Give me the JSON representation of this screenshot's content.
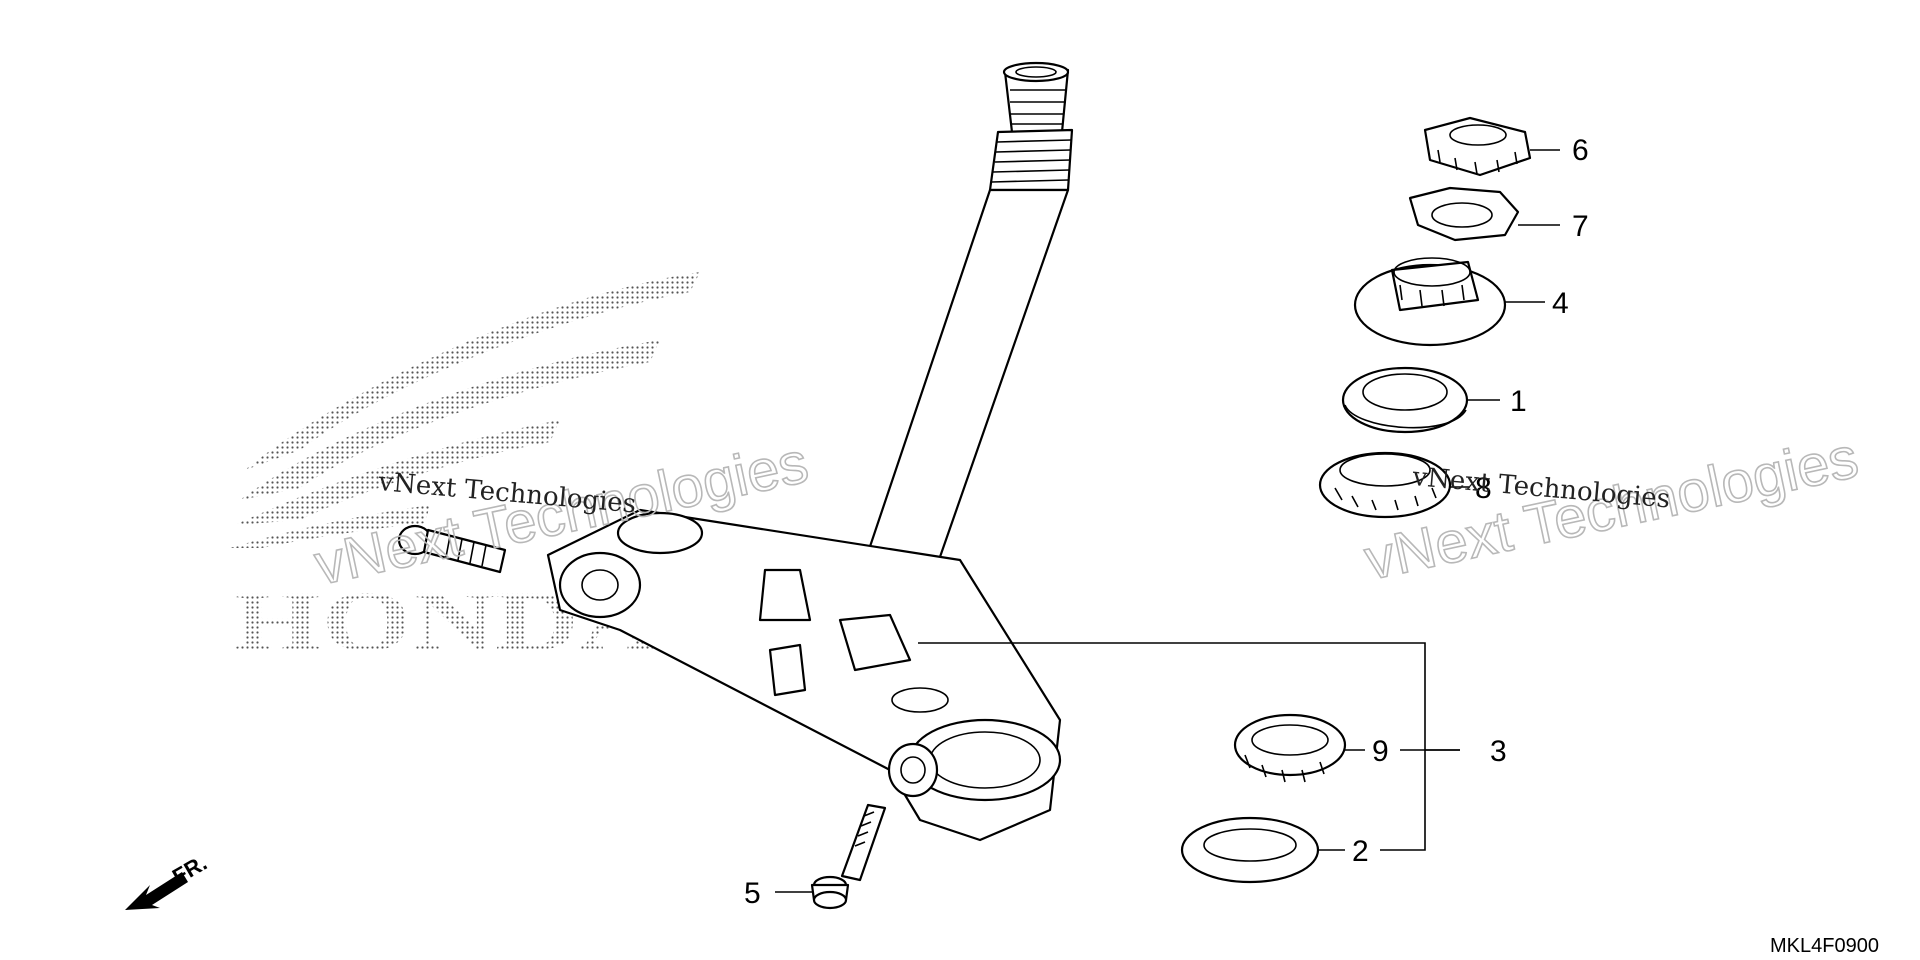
{
  "diagram": {
    "code": "MKL4F0900",
    "brand_text": "HONDA",
    "direction_label": "FR.",
    "watermarks": [
      {
        "small": "vNext Technologies",
        "big": "vNext Technologies"
      },
      {
        "small": "vNext Technologies",
        "big": "vNext Technologies"
      }
    ],
    "callouts": [
      "1",
      "2",
      "3",
      "4",
      "5",
      "6",
      "7",
      "8",
      "9"
    ]
  }
}
